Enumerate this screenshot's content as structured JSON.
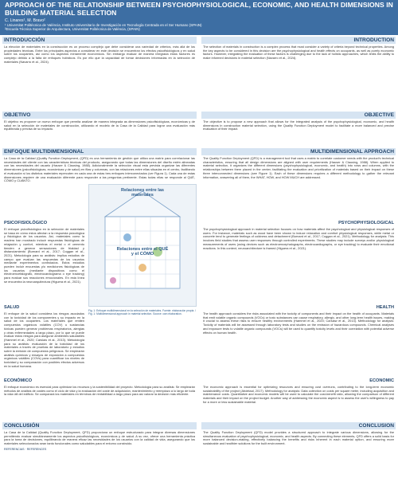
{
  "header": {
    "title": "APPROACH OF THE RELATIONSHIP BETWEEN PSYCHOPHYSIOLOGICAL, ECONOMIC, AND HEALTH DIMENSIONS IN BUILDING MATERIAL SELECTION",
    "authors": "C. Linares¹, M. Bravo²",
    "aff1": "¹ Universitat Politècnica de València, Instituto Universitario de Investigación en Tecnología Centrada en el Ser Humano (SPAIN)",
    "aff2": "²Escuela Técnica Superior de Arquitectura, Universitat Politècnica de València, (SPAIN)"
  },
  "left": {
    "intro_h": "INTRODUCCIÓN",
    "intro": "La elección de materiales en la construcción es un proceso complejo que debe considerar una variedad de criterios, más allá de los propiedades técnicas. Entre los principales aspectos a considerar en este decisión se encuentran los efectos psicofisiológicos y en salud sobre los ocupantes, así como los aspectos meramente económicos. Sin embargo evaluar de manera integrada estos factores es complejo debido a la falta de enfoques holísticos. Es por ello que la capacidad de tomar decisiones informadas en la selección de materiales (Navarro et al., 2024).",
    "obj_h": "OBJETIVO",
    "obj": "El objetivo es proponer un nuevo enfoque que permita analizar de manera integrada as dimensiones psicofisiológicas, económicas y de salud en la selección de materiales de construcción, utilizando el modelo de la Casa de la Calidad para lograr una evaluación más equilibrada y precisa de su impacto.",
    "multi_h": "ENFOQUE MULTIDIMENSIONAL",
    "multi": "La Casa de la Calidad (Quality Function Deployment, (QFD) es una herramienta de gestión que utiliza una matriz para correlacionar las necesidades del cliente con las características técnicas del producto, asegurando que todas las dimensiones del diseño estén alineadas con las necesidades del usuario (Hauser & Clausing, 1988). Adicionalmente la selección visual esta prevista organizar las diferentes dimensiones (psicofisiológicas, económicas y de salud) en filas y columnas, con las relaciones entre ellas situadas en el centro, facilitando el evaluación si los distintos materiales repercuten en cada una de estas tres enfoques interconectados (ver Figura 1). Cada una de estas dimensiones requiere de una evaluación diferente para responder a las preguntas pertinente. Estas todas ellas se responde al QUÉ, CÓMO y CUÁNTO.",
    "psico_h": "PSICOFISIOLÓGICO",
    "psico": "El enfoque psicofisiológico en la selección de materiales se basa en cómo estos afectan a la respuesta psicológica y fisiológica de los usuarios. Así, materiales como la madera han mostrado inducir respuestas fisiológicas de relajación y confort, mientras el metal o el cemento tienden a generar sensaciones de frialdad y distanciamiento (Burnard et al., 2017; Coggan et al., 2021). Metodología para su análisis: implica estudios de campo que evalúan las respuestas de los usuarios mediante experimentos controlados. Estos estudios pueden incluir encuestas y/o mediciones fisiológicas de los usuarios (mediante dispositivos como el electroencefalógrafo, electrocardiograma o eye tracking) para evaluar sus reacciones emocionales. En esta línea se encuentra la neuroarquitectura (Higuera et al., 2021).",
    "salud_h": "SALUD",
    "salud": "El enfoque de la salud considera los riesgos asociados con la toxicidad de los componentes y su impacto en la salud de los ocupantes. Los materiales que emiten compuestos orgánicos volátiles (COV) u sustancias tóxicas pueden generar problemas respiratorios, alergias y otras enfermedades a largo plazo, por lo que se puede evaluar estos riesgos para asegurar ambientes saludables (Hammel et al., 2020; Carslaw et al., 2013). Metodología para su análisis: evaluación de la toxicidad de los materiales a través de pruebas de laboratorio y estudios sobre la emisión de compuestos peligrosos. Se emplearán análisis químicos y ensayos de exposición a compuestos orgánicos volátiles (COVs) para cuantificar los niveles de toxicidad y su comparación con posibles efectos adversos en la salud humana.",
    "econ_h": "ECONÓMICO",
    "econ": "El enfoque económico es esencial para optimizar los recursos y la sostenibilidad del proyecto. Metodología para su análisis: Se emplearán métodos de análisis de costes como el ciclo de vida y la evaluación del coste de adquisición, mantenimiento y reemplazo a lo largo de toda la vida útil del edificio. Se comparará los materiales en términos de rentabilidad a largo plazo para así valorar la decisión más eficiente.",
    "conc_h": "CONCLUSIÓN",
    "conc": "La Casa de la Calidad (Quality Function Deployment, QFD) proporciona un enfoque estructurado para integrar diversas dimensiones permitiendo evaluar simultáneamente los aspectos psicofisiológicos, económicos y de salud. A su vez, ofrece una herramienta práctica para la toma de decisiones, equilibrando de manera eficaz las necesidades de los usuarios con la calidad de vida, asegurando que los materiales seleccionados sean tanto funcionales como saludables para el entorno construido.",
    "refs": "REFERENCIAS · REFERENCES"
  },
  "right": {
    "intro_h": "INTRODUCTION",
    "intro": "The selection of materials in construction is a complex process that must consider a variety of criteria beyond technical properties. Among the key aspects to be considered in this decision are the psychophysiological and health effects on occupants, as well as purely economic factors. However, integrating the evaluation of these factors is challenging due to the lack of holistic approaches, which limits the ability to make informed decisions in material selection (Navarro et al., 2024).",
    "obj_h": "OBJECTIVE",
    "obj": "The objective is to propose a new approach that allows for the integrated analysis of the psychophysiological, economic, and health dimensions in construction material selection, using the Quality Function Deployment model to facilitate a more balanced and precise evaluation of their impact.",
    "multi_h": "MULTIDIMENSIONAL APPROACH",
    "multi": "The Quality Function Deployment (QFD) is a management tool that uses a matrix to correlate customer needs with the product's technical characteristics, ensuring that all design dimensions are aligned with user requirements (Hauser & Clausing, 1988). When applied to material selection, it organizes the different dimensions (psychophysiological, economic, and health) into rows and columns, with the relationships between them placed in the center, facilitating the evaluation and prioritization of materials based on their impact on these three interconnected dimensions (see Figure 1). Each of these dimensions requires a different methodology to gather the relevant information, answering all of them, the WHAT, HOW, and HOW MUCH are addressed.",
    "psico_h": "PSYCHOPHYSIOLOGICAL",
    "psico": "The psychophysiological approach in material selection focuses on how materials affect the psychological and physiological responses of users. For instance, materials such as wood have been shown to induce relaxation and comfort physiological responses, while metal or concrete tend to generate feelings of coldness and detachment (Burnard et al., 2017; Coggan et al., 2021). Methodology for analysis: This involves field studies that assess user responses through controlled experiments. These studies may include surveys and/or physiological measurements of users (using devices such as electroencephalographs, electrocardiographs, or eye tracking) to evaluate their emotional reactions. In this context, neuroarchitecture is framed (Higuera et al., 2021).",
    "health_h": "HEALTH",
    "health": "The health approach considers the risks associated with the toxicity of components and their impact on the health of occupants. Materials that emit volatile organic compounds (VOCs) or toxic substances can cause respiratory, allergic, and other long-term health issues, making it crucial to assess these risks to ensure healthy environments (Hammel et al., 2020; Carslaw et al., 2013). Methodology for analysis: Toxicity of materials will be assessed through laboratory tests and studies on the emission of hazardous compounds. Chemical analyses and exposure tests to volatile organic compounds (VOCs) will be used to quantify toxicity levels and their correlation with potential adverse effects on human health.",
    "econ_h": "ECONOMIC",
    "econ": "The economic approach is essential for optimizing resources and ensuring cost overruns, contributing to the long-term economic sustainability of the project (Abdelaal, 2017). Methodology for analysis: Data collection on costs per square meter, including acquisition and maintenance costs. Quantitative and economic models will be used to calculate the cost-benefit ratio, allowing the comparison of different materials and their impact on the project budget. Another way of addressing the economic aspect is to assess the user's willingness to pay for a more or less sustainable material.",
    "conc_h": "CONCLUSION",
    "conc": "The Quality Function Deployment (QFD) model provides a structured approach to integrate various dimensions, allowing for the simultaneous evaluation of psychophysiological, economic, and health aspects. By connecting these elements, QFD offers a solid basis for more balanced decision-making, effectively balancing the benefits and risks inherent in each material option, and ensuring more sustainable and healthier solutions for the built environment."
  },
  "figure": {
    "label_top": "Relaciones entre las materiales",
    "label_bottom": "Relaciones entre el QUÉ y el CÓMO",
    "caption": "Fig. 1: Enfoque multidimensional en la selección de materiales. Fuente: elaboración propia. / Fig. 1: Multidimensional approach in material selection. Source: own elaboration."
  }
}
